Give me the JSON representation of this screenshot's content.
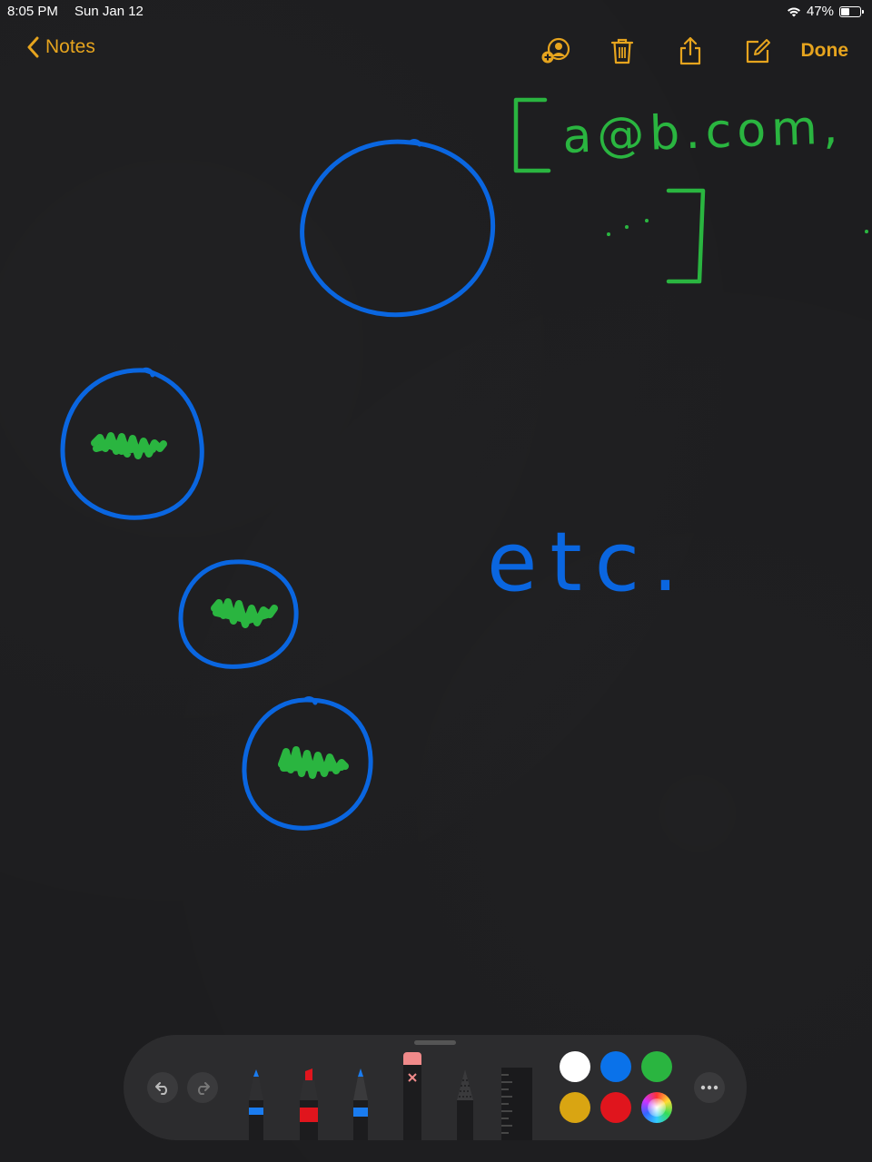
{
  "status_bar": {
    "time": "8:05 PM",
    "date": "Sun Jan 12",
    "battery_text": "47%",
    "battery_level": 0.47
  },
  "nav": {
    "back_label": "Notes",
    "done_label": "Done",
    "icons": [
      "add-person-icon",
      "trash-icon",
      "share-icon",
      "compose-icon"
    ]
  },
  "drawing": {
    "email_text": "a@b.com,",
    "etc_text": "etc."
  },
  "toolbar": {
    "tools": [
      "pen",
      "marker",
      "pencil",
      "eraser",
      "fountain-pen",
      "ruler"
    ],
    "colors": [
      "#ffffff",
      "#0a72ea",
      "#2ab540",
      "#d9a512",
      "#e0151d",
      "multicolor"
    ],
    "accent": "#e6a41e"
  }
}
